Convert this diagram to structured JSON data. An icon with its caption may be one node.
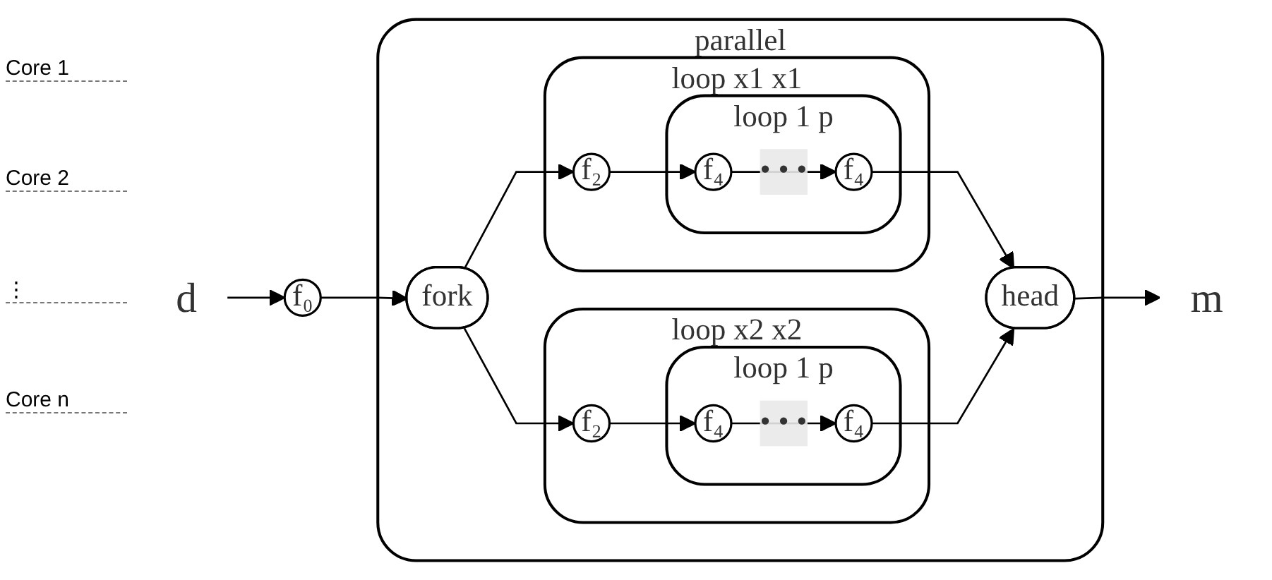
{
  "diagram": {
    "nodes": [
      {
        "text": [
          "d"
        ]
      },
      {
        "text": [
          "f₀"
        ]
      },
      {
        "text": [
          "parallel"
        ]
      },
      {
        "text": [
          "fork"
        ],
        "in": 2
      },
      {
        "text": [
          "loop x1 x1"
        ],
        "in": 2
      },
      {
        "text": [
          "f₂"
        ],
        "in": 4
      },
      {
        "text": [
          "loop 1 p"
        ],
        "in": 4
      },
      {
        "text": [
          "f₄"
        ],
        "in": 6
      },
      {
        "text": [
          "f₄"
        ],
        "in": 6
      },
      {
        "text": [
          "head"
        ],
        "in": 2
      },
      {
        "text": [
          "loop x2 x2"
        ],
        "in": 2
      },
      {
        "text": [
          "f₂"
        ],
        "in": 10
      },
      {
        "text": [
          "loop 1 p"
        ],
        "in": 10
      },
      {
        "text": [
          "f₄"
        ],
        "in": 12
      },
      {
        "text": [
          "f₄"
        ],
        "in": 12
      },
      {
        "text": [
          "m"
        ]
      }
    ],
    "edges": [
      {
        "from": 0,
        "to": 1,
        "arrow": "to"
      },
      {
        "from": 1,
        "to": 3,
        "arrow": "to"
      },
      {
        "from": 3,
        "to": 5,
        "arrow": "to"
      },
      {
        "from": 5,
        "to": 7,
        "arrow": "to"
      },
      {
        "from": 7,
        "to": 8,
        "arrow": "to",
        "label": "• • •"
      },
      {
        "from": 8,
        "to": 9,
        "arrow": "to"
      },
      {
        "from": 3,
        "to": 11,
        "arrow": "to"
      },
      {
        "from": 11,
        "to": 13,
        "arrow": "to"
      },
      {
        "from": 13,
        "to": 14,
        "arrow": "to",
        "label": "• • •"
      },
      {
        "from": 14,
        "to": 9,
        "arrow": "to"
      },
      {
        "from": 9,
        "to": 15,
        "arrow": "to"
      }
    ],
    "labels": [
      "Core 1",
      "Core 2",
      "⋮",
      "Core n"
    ]
  }
}
